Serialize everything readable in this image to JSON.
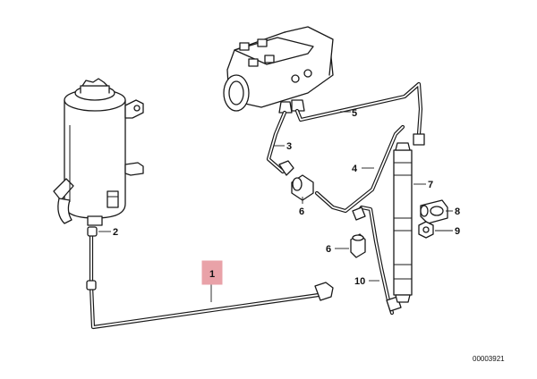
{
  "diagram": {
    "diagram_number": "00003921",
    "highlight_color": "#e9a2a8",
    "callouts": [
      {
        "id": "c1",
        "label": "1",
        "highlighted": true
      },
      {
        "id": "c2",
        "label": "2"
      },
      {
        "id": "c3",
        "label": "3"
      },
      {
        "id": "c4",
        "label": "4"
      },
      {
        "id": "c5",
        "label": "5"
      },
      {
        "id": "c6a",
        "label": "6"
      },
      {
        "id": "c6b",
        "label": "6"
      },
      {
        "id": "c7",
        "label": "7"
      },
      {
        "id": "c8",
        "label": "8"
      },
      {
        "id": "c9",
        "label": "9"
      },
      {
        "id": "c10",
        "label": "10"
      }
    ]
  }
}
